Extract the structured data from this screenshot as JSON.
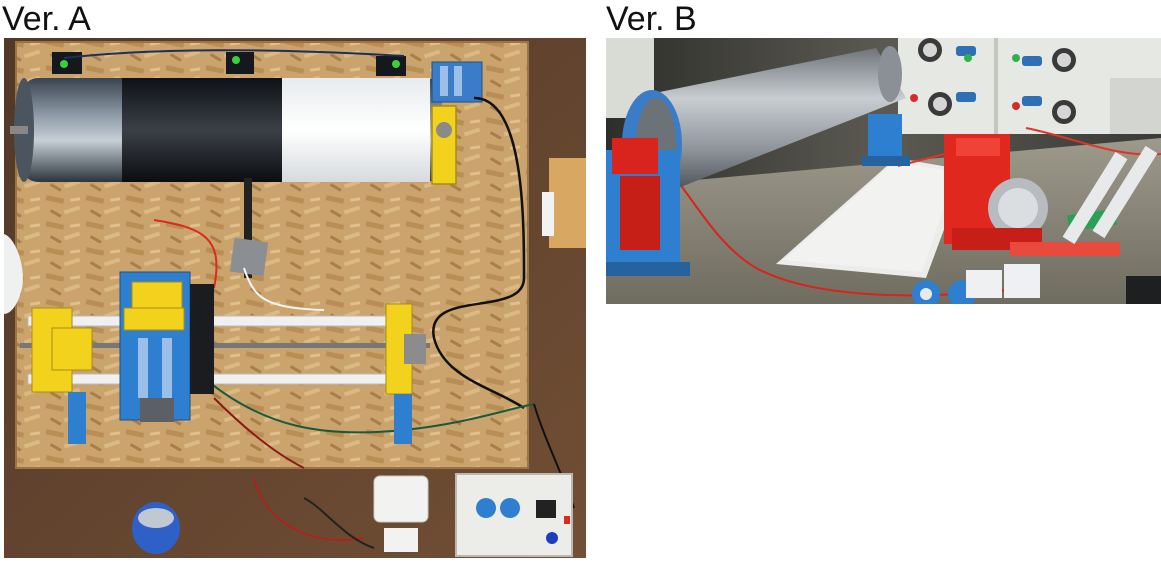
{
  "panels": [
    {
      "label": "Ver. A"
    },
    {
      "label": "Ver. B"
    }
  ],
  "colors": {
    "osb_board": "#c9a26a",
    "wood_floor": "#6b4a33",
    "print_yellow": "#f2d21c",
    "print_blue": "#2f7fd1",
    "print_red": "#e0281e",
    "drum_metal": "#a9aeb3",
    "psu_panel": "#e9ebe6"
  },
  "icons": {
    "panel_a": "electrospinning-device-top-view-photo",
    "panel_b": "electrospinning-device-side-view-photo"
  }
}
